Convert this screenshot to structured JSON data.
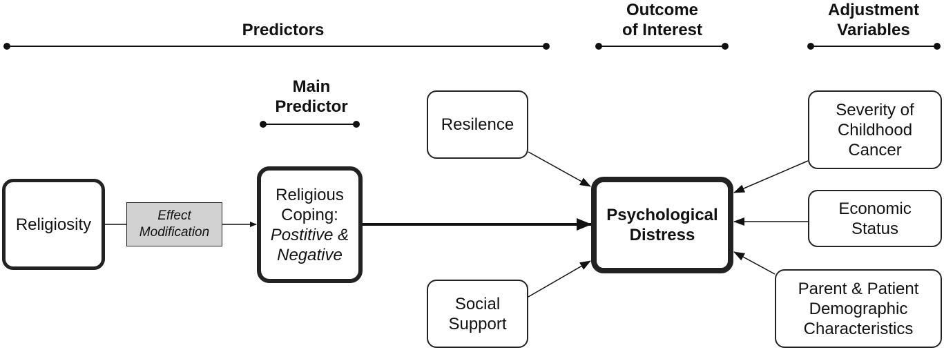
{
  "headers": {
    "predictors": "Predictors",
    "main_predictor": [
      "Main",
      "Predictor"
    ],
    "outcome": [
      "Outcome",
      "of Interest"
    ],
    "adjustment": [
      "Adjustment",
      "Variables"
    ]
  },
  "nodes": {
    "religiosity": "Religiosity",
    "effect_modification": [
      "Effect",
      "Modification"
    ],
    "religious_coping": [
      "Religious",
      "Coping:",
      "Postitive &",
      "Negative"
    ],
    "resilience": "Resilence",
    "social_support": [
      "Social",
      "Support"
    ],
    "psychological_distress": [
      "Psychological",
      "Distress"
    ],
    "severity": [
      "Severity of",
      "Childhood",
      "Cancer"
    ],
    "economic": [
      "Economic",
      "Status"
    ],
    "demographics": [
      "Parent & Patient",
      "Demographic",
      "Characteristics"
    ]
  },
  "colors": {
    "line": "#111111",
    "effect_box_fill": "#d2d2d2"
  }
}
